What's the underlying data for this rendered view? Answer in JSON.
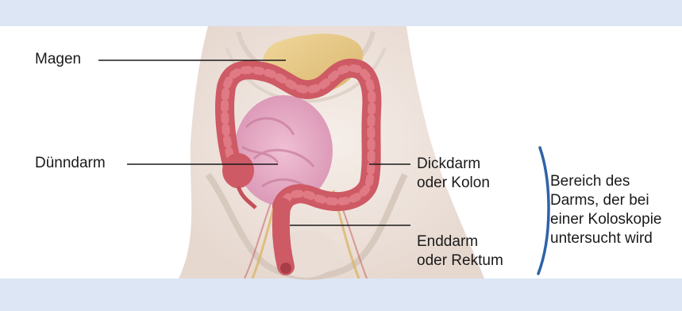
{
  "colors": {
    "band": "#dce6f4",
    "leader": "#1a1a1a",
    "bracket": "#2f62a8",
    "skin": "#eee3dc",
    "colon": "#cf5c66",
    "small_intestine": "#e3a8c2",
    "stomach": "#e7cc8e"
  },
  "labels": {
    "magen": "Magen",
    "duenndarm": "Dünndarm",
    "dickdarm_1": "Dickdarm",
    "dickdarm_2": "oder Kolon",
    "enddarm_1": "Enddarm",
    "enddarm_2": "oder Rektum",
    "bereich_1": "Bereich des",
    "bereich_2": "Darms, der bei",
    "bereich_3": "einer Koloskopie",
    "bereich_4": "untersucht wird"
  }
}
